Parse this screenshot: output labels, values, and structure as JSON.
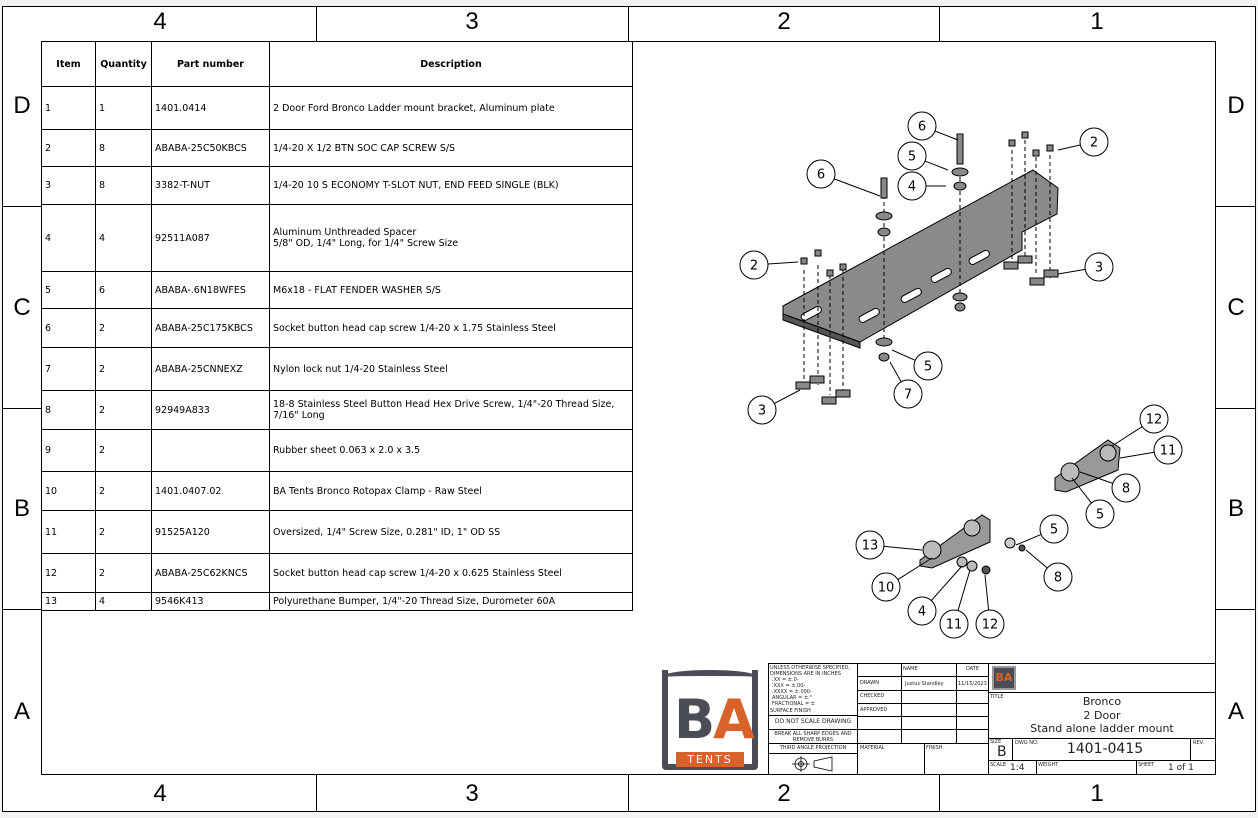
{
  "zones": {
    "columns": [
      "4",
      "3",
      "2",
      "1"
    ],
    "rows": [
      "D",
      "C",
      "B",
      "A"
    ]
  },
  "bom": {
    "headers": [
      "Item",
      "Quantity",
      "Part number",
      "Description"
    ],
    "rows": [
      [
        "1",
        "1",
        "1401.0414",
        "2 Door Ford Bronco Ladder mount bracket, Aluminum plate"
      ],
      [
        "2",
        "8",
        "ABABA-25C50KBCS",
        "1/4-20 X 1/2 BTN SOC CAP SCREW S/S"
      ],
      [
        "3",
        "8",
        "3382-T-NUT",
        "1/4-20 10 S ECONOMY T-SLOT NUT, END FEED SINGLE (BLK)"
      ],
      [
        "4",
        "4",
        "92511A087",
        "Aluminum Unthreaded Spacer\n5/8\" OD, 1/4\" Long, for 1/4\" Screw Size"
      ],
      [
        "5",
        "6",
        "ABABA-.6N18WFES",
        "M6x18 - FLAT FENDER WASHER S/S"
      ],
      [
        "6",
        "2",
        "ABABA-25C175KBCS",
        "Socket button head cap screw 1/4-20 x 1.75 Stainless Steel"
      ],
      [
        "7",
        "2",
        "ABABA-25CNNEXZ",
        "Nylon lock nut 1/4-20 Stainless Steel"
      ],
      [
        "8",
        "2",
        "92949A833",
        "18-8 Stainless Steel Button Head Hex Drive Screw, 1/4\"-20 Thread Size, 7/16\" Long"
      ],
      [
        "9",
        "2",
        "",
        "Rubber sheet 0.063 x 2.0 x 3.5"
      ],
      [
        "10",
        "2",
        "1401.0407.02",
        "BA Tents Bronco Rotopax Clamp - Raw Steel"
      ],
      [
        "11",
        "2",
        "91525A120",
        "Oversized, 1/4\" Screw Size, 0.281\" ID, 1\" OD SS"
      ],
      [
        "12",
        "2",
        "ABABA-25C62KNCS",
        "Socket button head cap screw 1/4-20 x 0.625 Stainless Steel"
      ],
      [
        "13",
        "4",
        "9546K413",
        "Polyurethane Bumper, 1/4\"-20 Thread Size, Durometer 60A"
      ]
    ]
  },
  "balloons": [
    "6",
    "5",
    "4",
    "6",
    "2",
    "2",
    "3",
    "5",
    "7",
    "3",
    "12",
    "11",
    "8",
    "5",
    "5",
    "13",
    "8",
    "10",
    "4",
    "11",
    "12"
  ],
  "logo": {
    "text": "BA",
    "sub": "TENTS",
    "colors": {
      "gray": "#4a4d55",
      "orange": "#d9622b"
    }
  },
  "title_block": {
    "tolerance_note": "UNLESS OTHERWISE SPECIFIED, DIMENSIONS ARE IN INCHES",
    "tol_xx": ".XX = ±.0-",
    ".tol_xxx": "",
    "tol_lines": [
      ".XX = ±.0-",
      ".XXX = ±.00-",
      ".XXXX = ±.000-"
    ],
    "angular": "ANGULAR = ±.°",
    "fractional": "FRACTIONAL = ±",
    "surface_finish": "SURFACE FINISH",
    "do_not_scale": "DO NOT SCALE DRAWING",
    "break_edges": "BREAK ALL SHARP EDGES AND REMOVE BURRS",
    "projection": "THIRD ANGLE PROJECTION",
    "name_label": "NAME",
    "date_label": "DATE",
    "drawn_label": "DRAWN",
    "drawn_name": "Justus Standley",
    "drawn_date": "11/15/2023",
    "checked_label": "CHECKED",
    "approved_label": "APPROVED",
    "material_label": "MATERIAL",
    "finish_label": "FINISH",
    "title_label": "TITLE",
    "title_lines": [
      "Bronco",
      "2 Door",
      "Stand alone ladder mount"
    ],
    "size_label": "SIZE",
    "size": "B",
    "dwg_label": "DWG NO.",
    "dwg_no": "1401-0415",
    "rev_label": "REV.",
    "scale_label": "SCALE",
    "scale": "1:4",
    "weight_label": "WEIGHT",
    "sheet_label": "SHEET",
    "sheet": "1 of 1"
  }
}
